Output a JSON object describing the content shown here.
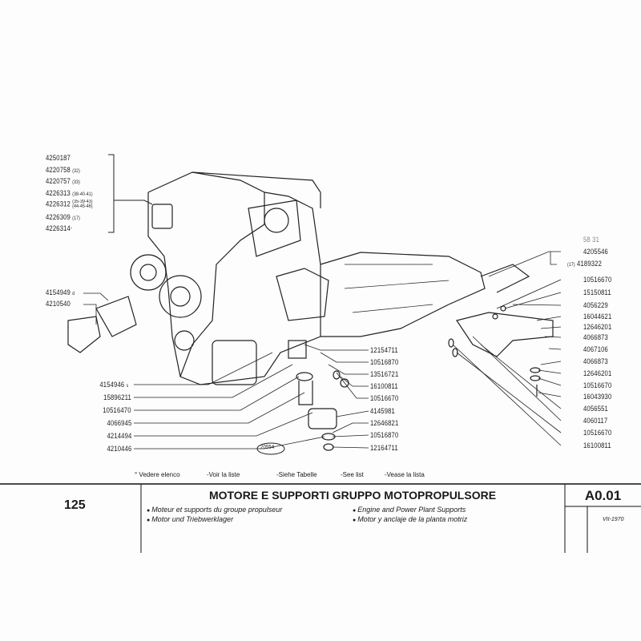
{
  "header_list": [
    {
      "number": "4250187",
      "note": ""
    },
    {
      "number": "4220758",
      "note": "(32)"
    },
    {
      "number": "4220757",
      "note": "(33)"
    },
    {
      "number": "4226313",
      "note": "(38-40-41)"
    },
    {
      "number": "4226312",
      "note": "(35-39-43) (44-45-46)"
    },
    {
      "number": "4226309",
      "note": "(17)"
    },
    {
      "number": "4226314",
      "note": "°"
    }
  ],
  "left_top": [
    {
      "number": "4154949",
      "note": "d"
    },
    {
      "number": "4210540",
      "note": ""
    }
  ],
  "left_bottom": [
    {
      "number": "4154946",
      "note": "s"
    },
    {
      "number": "15896211",
      "note": ""
    },
    {
      "number": "10516470",
      "note": ""
    },
    {
      "number": "4066945",
      "note": ""
    },
    {
      "number": "4214494",
      "note": ""
    },
    {
      "number": "4210446",
      "note": ""
    }
  ],
  "center": [
    "12154711",
    "10516870",
    "13516721",
    "16100811",
    "10516670",
    "4145981",
    "12646821",
    "10516870",
    "12164711"
  ],
  "right_header": "58 31",
  "right": [
    {
      "number": "4205546",
      "note": ""
    },
    {
      "number": "4189322",
      "note": "(17)"
    },
    {
      "number": "10516670",
      "note": ""
    },
    {
      "number": "15150811",
      "note": ""
    },
    {
      "number": "4056229",
      "note": ""
    },
    {
      "number": "16044621",
      "note": ""
    },
    {
      "number": "12646201",
      "note": ""
    },
    {
      "number": "4066873",
      "note": ""
    },
    {
      "number": "4067106",
      "note": ""
    },
    {
      "number": "4066873",
      "note": ""
    },
    {
      "number": "12646201",
      "note": ""
    },
    {
      "number": "10516670",
      "note": ""
    },
    {
      "number": "16043930",
      "note": ""
    },
    {
      "number": "4056551",
      "note": ""
    },
    {
      "number": "4060117",
      "note": ""
    },
    {
      "number": "10516670",
      "note": ""
    },
    {
      "number": "16100811",
      "note": ""
    }
  ],
  "drawing_number": "20554",
  "legend": [
    "° Vedere elenco",
    "-Voir la liste",
    "-Siehe Tabelle",
    "-See list",
    "-Vease la lista"
  ],
  "footer": {
    "page": "125",
    "title": "MOTORE E SUPPORTI GRUPPO MOTOPROPULSORE",
    "subtitles": [
      "Moteur et supports du groupe propulseur",
      "Motor und Triebwerklager",
      "Engine and Power Plant Supports",
      "Motor y anclaje de la planta motriz"
    ],
    "code": "A0.01",
    "date": "VII-1970"
  }
}
